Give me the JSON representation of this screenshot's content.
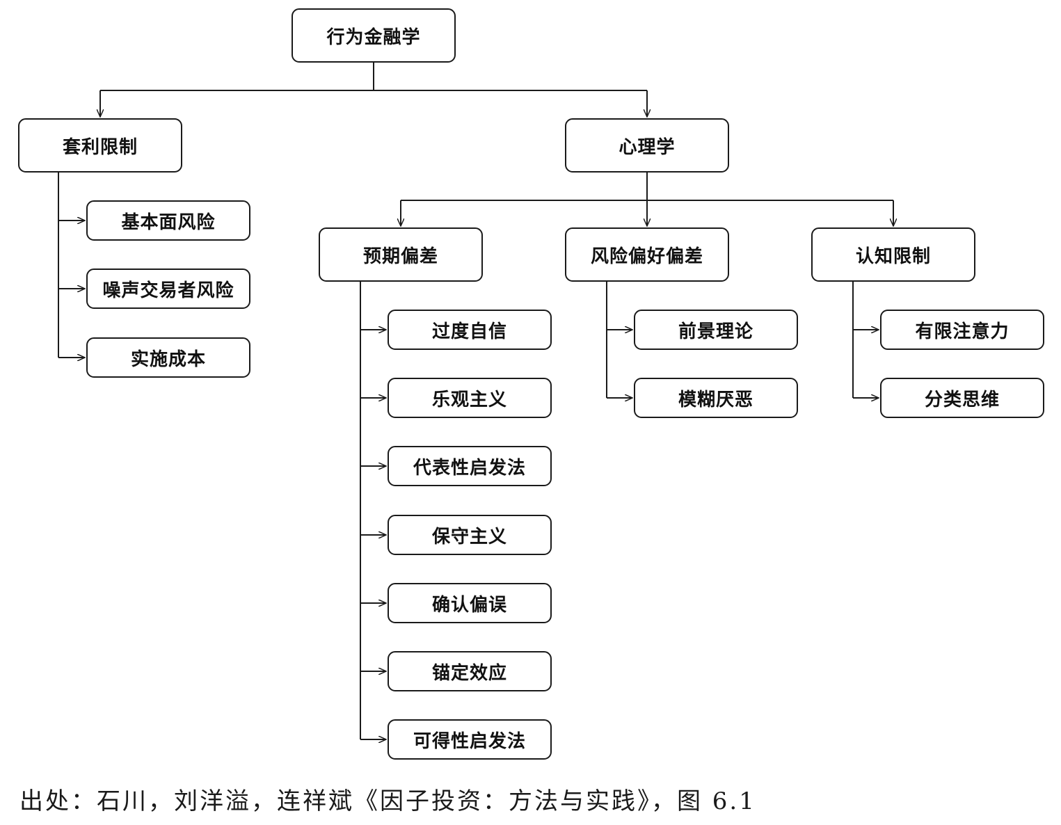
{
  "diagram": {
    "root": "行为金融学",
    "limits": {
      "title": "套利限制",
      "items": [
        "基本面风险",
        "噪声交易者风险",
        "实施成本"
      ]
    },
    "psychology": {
      "title": "心理学",
      "expectation": {
        "title": "预期偏差",
        "items": [
          "过度自信",
          "乐观主义",
          "代表性启发法",
          "保守主义",
          "确认偏误",
          "锚定效应",
          "可得性启发法"
        ]
      },
      "risk_preference": {
        "title": "风险偏好偏差",
        "items": [
          "前景理论",
          "模糊厌恶"
        ]
      },
      "cognitive": {
        "title": "认知限制",
        "items": [
          "有限注意力",
          "分类思维"
        ]
      }
    }
  },
  "caption": "出处：石川，刘洋溢，连祥斌《因子投资：方法与实践》，图 6.1"
}
